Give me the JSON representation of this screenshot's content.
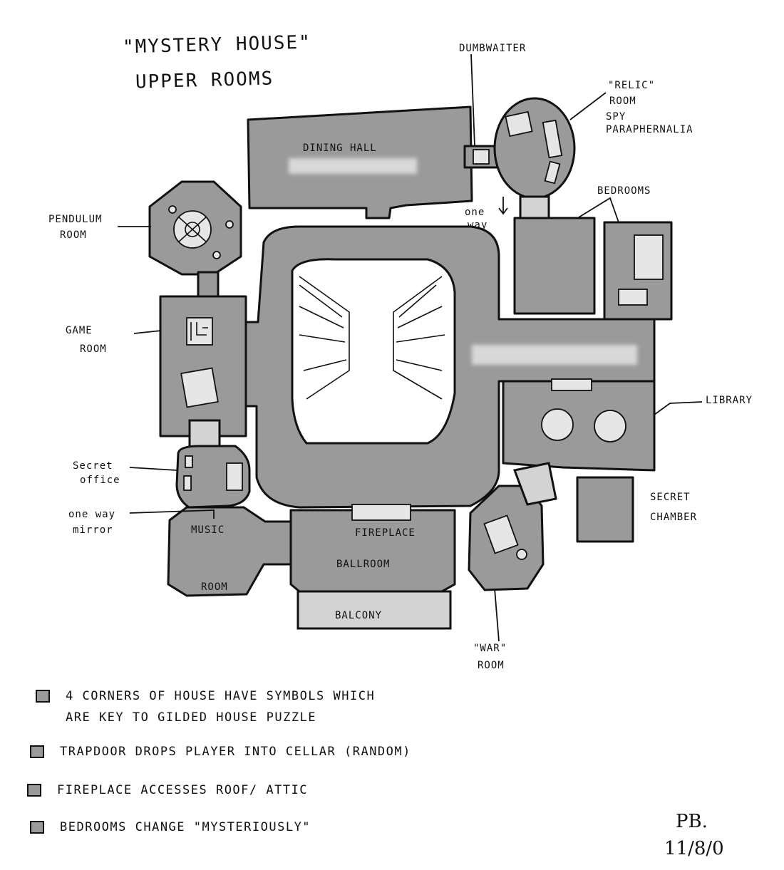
{
  "title_line1": "\"MYSTERY HOUSE\"",
  "title_line2": "UPPER ROOMS",
  "labels": {
    "dumbwaiter": "DUMBWAITER",
    "relic_room": "\"RELIC\"",
    "relic_room2": "ROOM",
    "spy": "SPY",
    "paraphernalia": "PARAPHERNALIA",
    "dining_hall": "DINING HALL",
    "bedrooms": "BEDROOMS",
    "one": "one",
    "way": "way",
    "pendulum": "PENDULUM",
    "pendulum2": "ROOM",
    "game": "GAME",
    "game2": "ROOM",
    "library": "LIBRARY",
    "secret_office": "Secret",
    "secret_office2": "office",
    "secret_chamber": "SECRET",
    "secret_chamber2": "CHAMBER",
    "one_way_mirror": "one way",
    "one_way_mirror2": "mirror",
    "music": "MUSIC",
    "music2": "ROOM",
    "fireplace": "FIREPLACE",
    "ballroom": "BALLROOM",
    "balcony": "BALCONY",
    "war_room": "\"WAR\"",
    "war_room2": "ROOM"
  },
  "notes": [
    "4 CORNERS OF HOUSE HAVE SYMBOLS WHICH\nARE KEY TO GILDED HOUSE PUZZLE",
    "TRAPDOOR DROPS PLAYER INTO CELLAR (RANDOM)",
    "FIREPLACE ACCESSES ROOF/ ATTIC",
    "BEDROOMS CHANGE \"MYSTERIOUSLY\""
  ],
  "signature_initials": "PB.",
  "signature_date": "11/8/0",
  "colors": {
    "room_fill": "#9a9a9a",
    "balcony_fill": "#d3d3d3",
    "ink": "#111111"
  }
}
